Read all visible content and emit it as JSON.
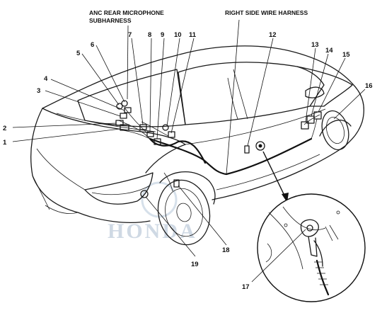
{
  "labels": {
    "anc_line1": "ANC REAR MICROPHONE",
    "anc_line2": "SUBHARNESS",
    "right_side": "RIGHT SIDE WIRE HARNESS",
    "n1": "1",
    "n2": "2",
    "n3": "3",
    "n4": "4",
    "n5": "5",
    "n6": "6",
    "n7": "7",
    "n8": "8",
    "n9": "9",
    "n10": "10",
    "n11": "11",
    "n12": "12",
    "n13": "13",
    "n14": "14",
    "n15": "15",
    "n16": "16",
    "n17": "17",
    "n18": "18",
    "n19": "19"
  },
  "watermark": "HONDA"
}
